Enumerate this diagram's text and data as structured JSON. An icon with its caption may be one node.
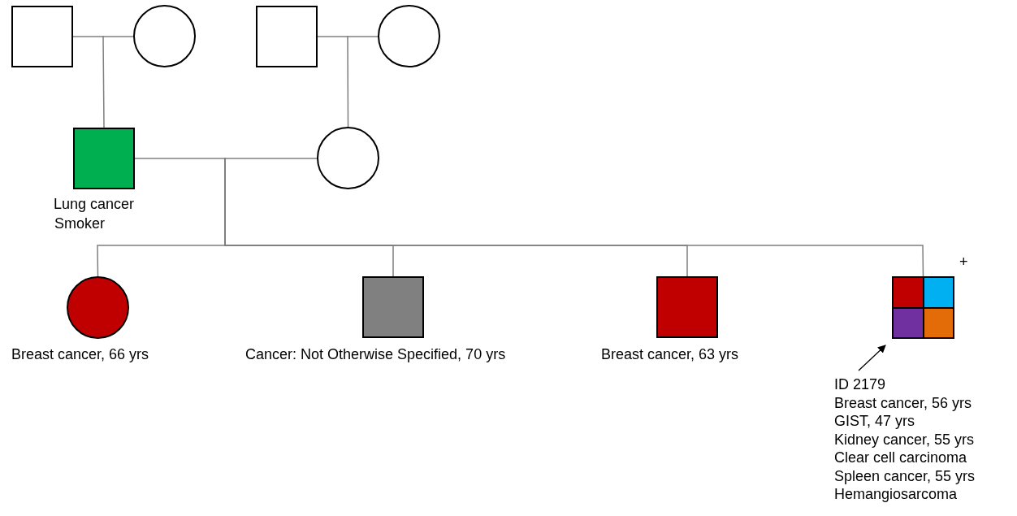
{
  "diagram": {
    "nodes": [
      {
        "text": [],
        "shape": "box"
      },
      {
        "text": [],
        "shape": "circle"
      },
      {
        "text": [],
        "shape": "box"
      },
      {
        "text": [],
        "shape": "circle"
      },
      {
        "text": [],
        "shape": "box",
        "beside": [
          "Lung cancer",
          "Smoker"
        ]
      },
      {
        "text": [],
        "shape": "circle"
      },
      {
        "text": [],
        "shape": "circle",
        "beside": [
          "Breast cancer, 66 yrs"
        ]
      },
      {
        "text": [],
        "shape": "box",
        "beside": [
          "Cancer: Not Otherwise Specified, 70 yrs"
        ]
      },
      {
        "text": [],
        "shape": "box",
        "beside": [
          "Breast cancer, 63 yrs"
        ]
      },
      {
        "text": [],
        "shape": "box",
        "beside": [
          "+"
        ]
      },
      {
        "text": [
          "ID 2179",
          "Breast cancer, 56 yrs",
          "GIST, 47 yrs",
          "Kidney cancer, 55 yrs",
          "Clear cell carcinoma",
          "Spleen cancer, 55 yrs",
          "Hemangiosarcoma"
        ]
      }
    ],
    "edges": [
      {
        "from": 0,
        "to": 1,
        "arrow": "none"
      },
      {
        "from": 2,
        "to": 3,
        "arrow": "none"
      },
      {
        "from": null,
        "to": 4,
        "arrow": "none"
      },
      {
        "from": null,
        "to": 5,
        "arrow": "none"
      },
      {
        "from": 4,
        "to": 5,
        "arrow": "none"
      },
      {
        "from": null,
        "to": 6,
        "arrow": "none"
      },
      {
        "from": null,
        "to": 7,
        "arrow": "none"
      },
      {
        "from": null,
        "to": 8,
        "arrow": "none"
      },
      {
        "from": null,
        "to": 9,
        "arrow": "none"
      },
      {
        "from": 10,
        "to": 9,
        "arrow": "to",
        "color": "#000000"
      }
    ]
  }
}
